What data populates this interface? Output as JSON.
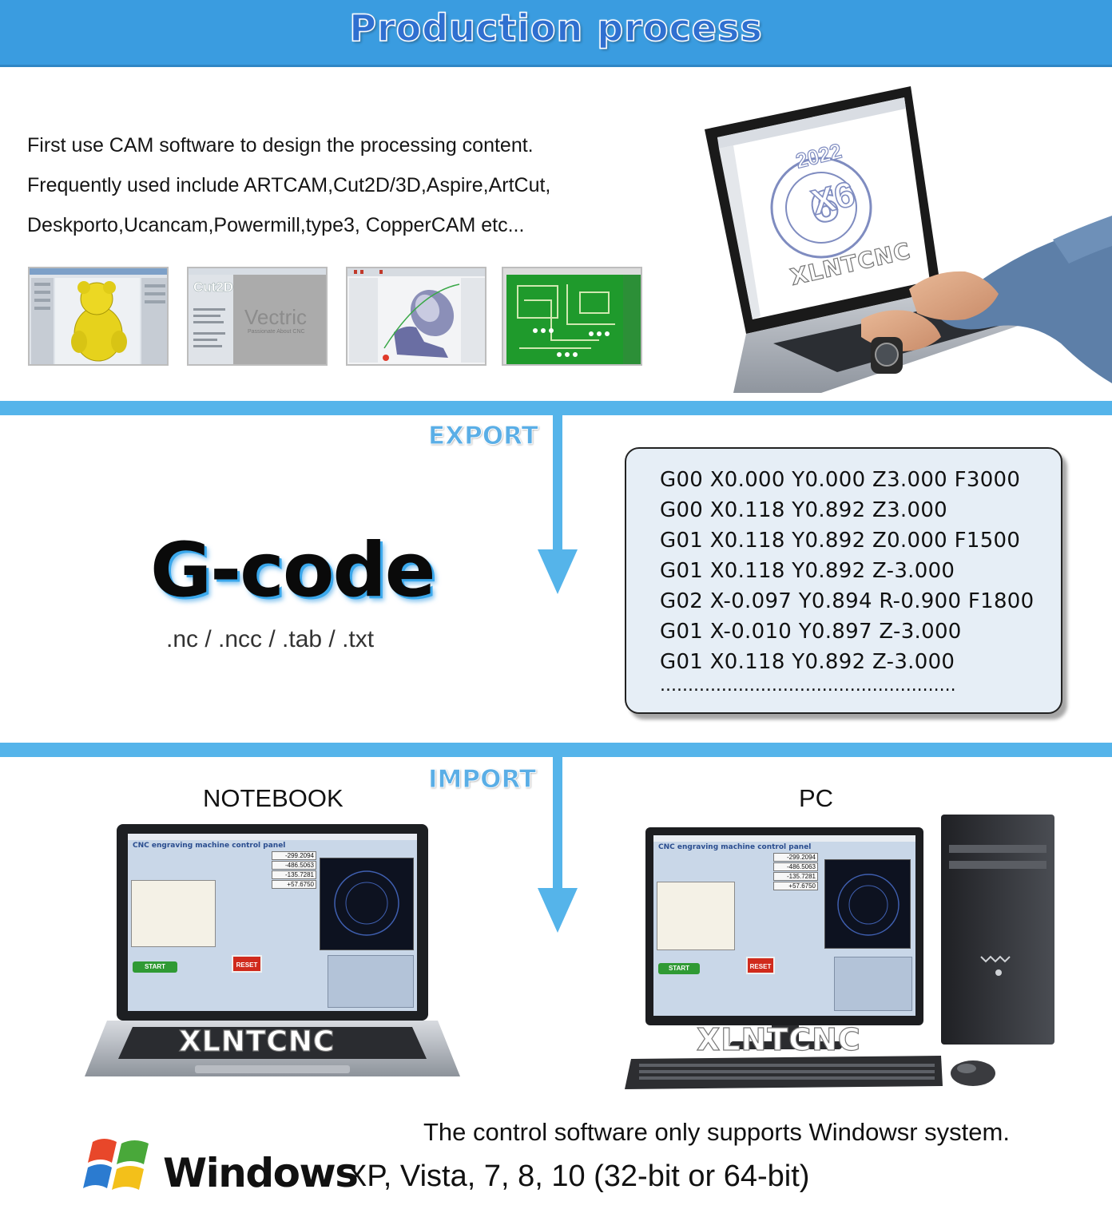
{
  "header": {
    "title": "Production process"
  },
  "intro": {
    "lines": [
      "First use CAM software to design the processing content.",
      "Frequently used include ARTCAM,Cut2D/3D,Aspire,ArtCut,",
      "Deskporto,Ucancam,Powermill,type3, CopperCAM etc..."
    ]
  },
  "thumbnails": {
    "cut2d_logo": "Cut2D",
    "vectric_logo": "Vectric",
    "vectric_tagline": "Passionate About CNC"
  },
  "hero": {
    "watermark": "XLNTCNC",
    "badge_year": "2022",
    "badge_model": "X6"
  },
  "export": {
    "label": "EXPORT",
    "gcode_title": "G-code",
    "extensions": ".nc  /  .ncc  / .tab  /  .txt",
    "code_lines": [
      "G00 X0.000 Y0.000 Z3.000 F3000",
      "G00 X0.118 Y0.892 Z3.000",
      "G01 X0.118 Y0.892 Z0.000 F1500",
      "G01 X0.118 Y0.892 Z-3.000",
      "G02 X-0.097 Y0.894 R-0.900 F1800",
      "G01 X-0.010 Y0.897 Z-3.000",
      "G01 X0.118 Y0.892 Z-3.000",
      "....................................................."
    ]
  },
  "import": {
    "label": "IMPORT",
    "notebook_label": "NOTEBOOK",
    "pc_label": "PC",
    "watermark": "XLNTCNC",
    "panel_title": "CNC engraving machine control panel",
    "readouts": [
      "-299.2094",
      "-486.5063",
      "-135.7281",
      "+57.6750"
    ],
    "start_label": "START",
    "reset_label": "RESET"
  },
  "footer": {
    "note": "The control software only supports Windowsr system.",
    "windows_word": "Windows",
    "versions": "XP,  Vista,  7,  8, 10  (32-bit or 64-bit)"
  },
  "colors": {
    "header_bg": "#3a9ce0",
    "band": "#55b4ea",
    "code_panel_bg": "#e6eef6"
  }
}
